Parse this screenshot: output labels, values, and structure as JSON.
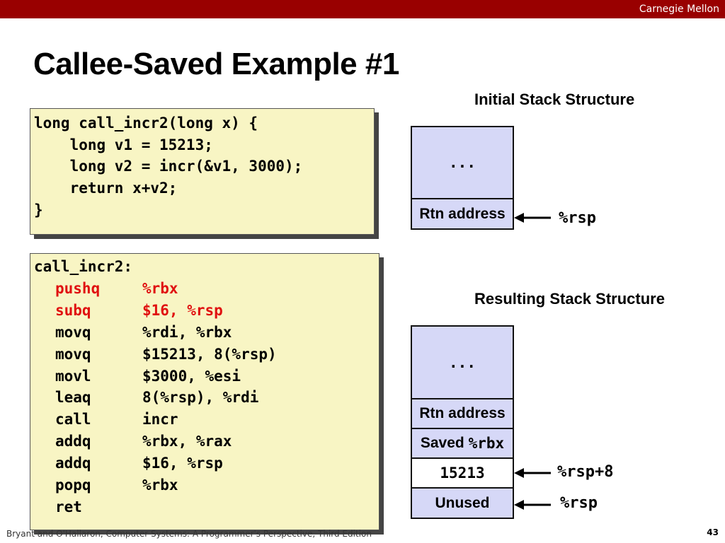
{
  "header": {
    "brand": "Carnegie Mellon",
    "bar_color": "#990000"
  },
  "slide": {
    "title": "Callee-Saved Example #1"
  },
  "c_code": {
    "lines": [
      "long call_incr2(long x) {",
      "    long v1 = 15213;",
      "    long v2 = incr(&v1, 3000);",
      "    return x+v2;",
      "}"
    ]
  },
  "asm": {
    "label": "call_incr2:",
    "lines": [
      {
        "op": "pushq",
        "args": "%rbx",
        "highlight": true
      },
      {
        "op": "subq",
        "args": "$16, %rsp",
        "highlight": true
      },
      {
        "op": "movq",
        "args": "%rdi, %rbx",
        "highlight": false
      },
      {
        "op": "movq",
        "args": "$15213, 8(%rsp)",
        "highlight": false
      },
      {
        "op": "movl",
        "args": "$3000, %esi",
        "highlight": false
      },
      {
        "op": "leaq",
        "args": "8(%rsp), %rdi",
        "highlight": false
      },
      {
        "op": "call",
        "args": "incr",
        "highlight": false
      },
      {
        "op": "addq",
        "args": "%rbx, %rax",
        "highlight": false
      },
      {
        "op": "addq",
        "args": "$16, %rsp",
        "highlight": false
      },
      {
        "op": "popq",
        "args": "%rbx",
        "highlight": false
      },
      {
        "op": "ret",
        "args": "",
        "highlight": false
      }
    ],
    "highlight_color": "#e01010"
  },
  "initial_stack": {
    "title": "Initial Stack Structure",
    "ellipsis": "...",
    "rtn": "Rtn address",
    "rsp": "%rsp"
  },
  "result_stack": {
    "title": "Resulting Stack Structure",
    "ellipsis": "...",
    "rtn": "Rtn address",
    "saved_prefix": "Saved",
    "saved_reg": "%rbx",
    "value": "15213",
    "unused": "Unused",
    "rsp8": "%rsp+8",
    "rsp": "%rsp"
  },
  "colors": {
    "code_bg": "#f8f5c4",
    "stack_fill": "#d6d8f7"
  },
  "footer": {
    "citation": "Bryant and O'Hallaron, Computer Systems: A Programmer's Perspective, Third Edition",
    "page": "43"
  }
}
